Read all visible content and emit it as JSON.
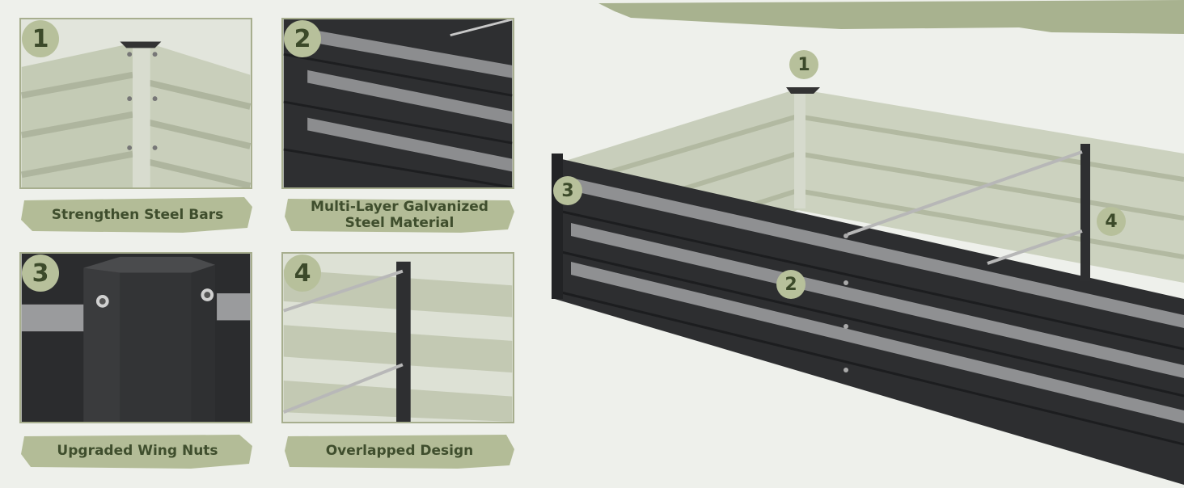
{
  "features": [
    {
      "number": "1",
      "label": "Strengthen Steel Bars"
    },
    {
      "number": "2",
      "label": "Multi-Layer Galvanized\nSteel Material"
    },
    {
      "number": "3",
      "label": "Upgraded Wing Nuts"
    },
    {
      "number": "4",
      "label": "Overlapped Design"
    }
  ],
  "callouts": [
    "1",
    "2",
    "3",
    "4"
  ],
  "colors": {
    "accent": "#b7c09b",
    "label_bg": "#b3bc97",
    "text_dark": "#3f4e2d",
    "panel_dark": "#2e2f31",
    "panel_light": "#c9cfbd"
  }
}
